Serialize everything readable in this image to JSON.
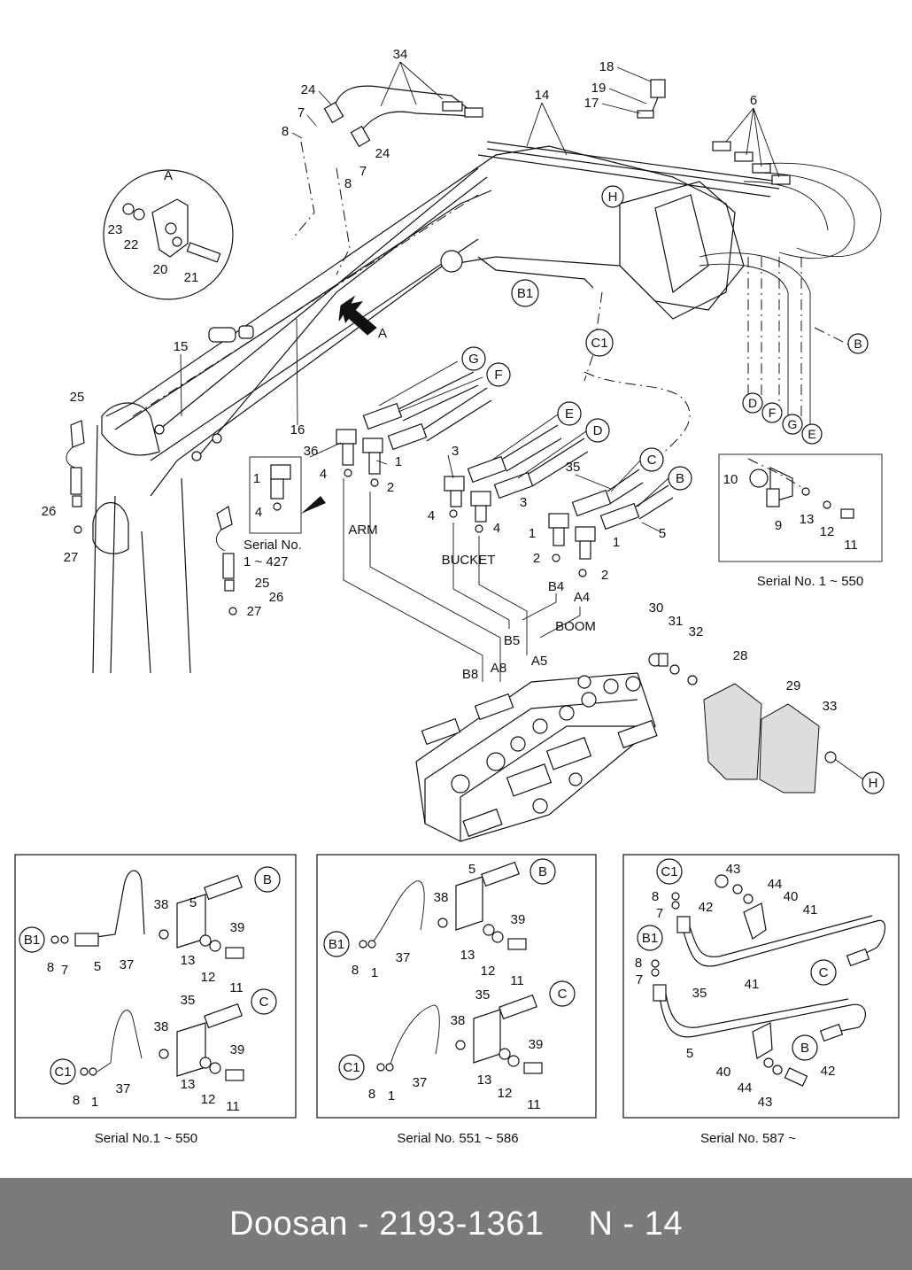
{
  "footer": {
    "brand_partno": "Doosan - 2193-1361",
    "page": "N - 14"
  },
  "callout_letters": {
    "A_detail": "A",
    "A_arrow": "A",
    "B": "B",
    "B1": "B1",
    "C": "C",
    "C1": "C1",
    "D": "D",
    "E": "E",
    "F": "F",
    "G": "G",
    "H": "H",
    "B4": "B4",
    "A4": "A4",
    "B5": "B5",
    "A5": "A5",
    "B8": "B8",
    "A8": "A8"
  },
  "section_labels": {
    "arm": "ARM",
    "bucket": "BUCKET",
    "boom": "BOOM"
  },
  "serial_notes": {
    "fitting_inset": "Serial No.",
    "fitting_inset_range": "1 ~ 427",
    "clamp_inset": "Serial No. 1 ~ 550",
    "panel_1": "Serial No.1 ~ 550",
    "panel_2": "Serial No. 551 ~ 586",
    "panel_3": "Serial No. 587 ~"
  },
  "part_numbers": {
    "n1": "1",
    "n2": "2",
    "n3": "3",
    "n4": "4",
    "n5": "5",
    "n6": "6",
    "n7": "7",
    "n8": "8",
    "n9": "9",
    "n10": "10",
    "n11": "11",
    "n12": "12",
    "n13": "13",
    "n14": "14",
    "n15": "15",
    "n16": "16",
    "n17": "17",
    "n18": "18",
    "n19": "19",
    "n20": "20",
    "n21": "21",
    "n22": "22",
    "n23": "23",
    "n24": "24",
    "n25": "25",
    "n26": "26",
    "n27": "27",
    "n28": "28",
    "n29": "29",
    "n30": "30",
    "n31": "31",
    "n32": "32",
    "n33": "33",
    "n34": "34",
    "n35": "35",
    "n36": "36",
    "n37": "37",
    "n38": "38",
    "n39": "39",
    "n40": "40",
    "n41": "41",
    "n42": "42",
    "n43": "43",
    "n44": "44"
  }
}
